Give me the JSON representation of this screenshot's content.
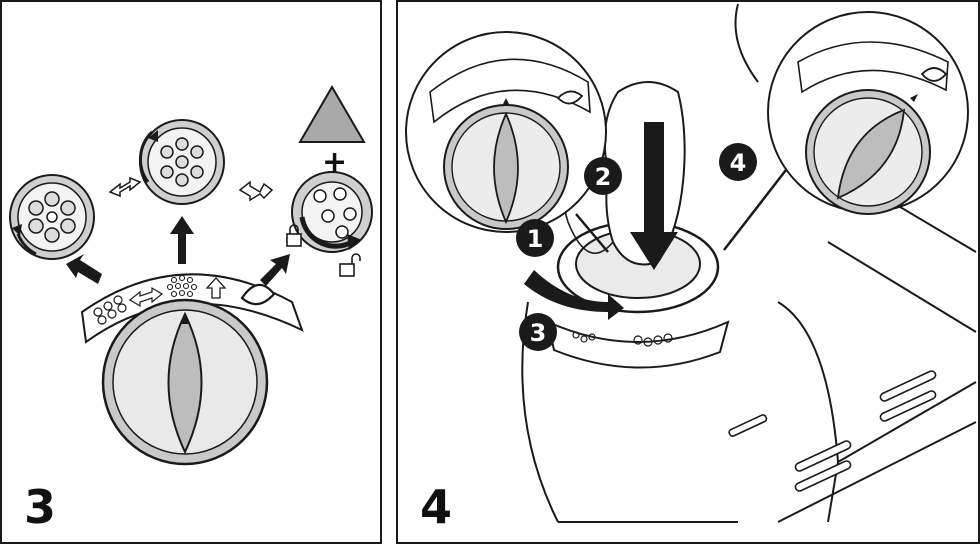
{
  "figures": [
    {
      "id": "panel-3",
      "number": "3"
    },
    {
      "id": "panel-4",
      "number": "4"
    }
  ],
  "steps": [
    "1",
    "2",
    "3",
    "4"
  ],
  "symbols": {
    "plus": "+",
    "lock": "lock-closed-icon",
    "unlock": "lock-open-icon",
    "swap": "double-arrow-icon",
    "up": "up-arrow-icon",
    "drop": "drop-triangle-icon"
  },
  "colors": {
    "outline": "#1a1a1a",
    "light_gray": "#e6e6e6",
    "mid_gray": "#bdbdbd",
    "dark_gray": "#8a8a8a",
    "badge": "#1a1a1a"
  }
}
